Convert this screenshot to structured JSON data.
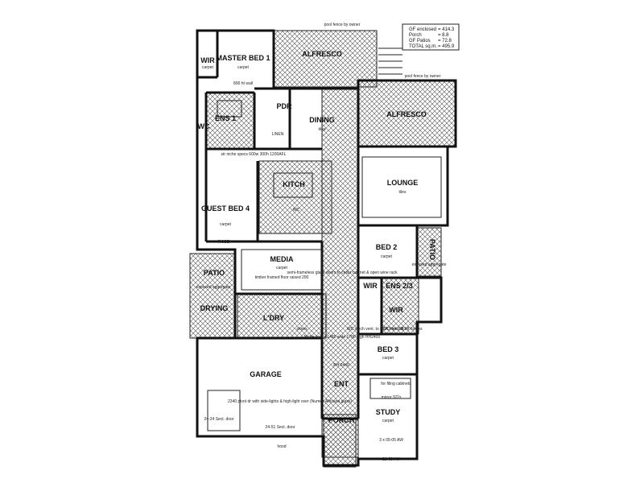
{
  "legend": {
    "rows": [
      {
        "label": "GF enclosed",
        "value": "= 414.3"
      },
      {
        "label": "Porch",
        "value": "= 8.8"
      },
      {
        "label": "GF Patios",
        "value": "= 72.8"
      },
      {
        "label": "TOTAL sq.m.",
        "value": "= 495.9"
      }
    ]
  },
  "rooms": {
    "wir_master": "WIR",
    "wir_master_sub": "carpet",
    "master_bed": "MASTER BED 1",
    "master_bed_sub": "carpet",
    "master_bed_note": "890 ht wall",
    "alfresco_1": "ALFRESCO",
    "alfresco_2": "ALFRESCO",
    "ens1": "ENS 1",
    "wc1": "WC",
    "pdr": "PDR",
    "linen": "LINEN",
    "dining": "DINING",
    "dining_sub": "tiles",
    "kitch": "KITCH",
    "wc_kitch": "WC",
    "lounge": "LOUNGE",
    "lounge_sub": "tiles",
    "guest_bed": "GUEST BED 4",
    "guest_bed_sub": "carpet",
    "robe": "ROBE",
    "bed2": "BED 2",
    "bed2_sub": "carpet",
    "media": "MEDIA",
    "media_sub": "carpet",
    "patio_left": "PATIO",
    "patio_right": "PATIO",
    "drying": "DRYING",
    "wir_bed2": "WIR",
    "ens23": "ENS 2/3",
    "wir_bed3": "WIR",
    "ldry": "L'DRY",
    "shoes": "shoes",
    "bed3": "BED 3",
    "bed3_sub": "carpet",
    "garage": "GARAGE",
    "ent": "ENT",
    "study": "STUDY",
    "study_sub": "carpet",
    "porch": "PORCH"
  },
  "notes": {
    "pool_fence_top": "pool fence by owner",
    "pool_fence_right": "pool fence by owner",
    "niche_top": "str niche specs 600w 300h 1200AFL",
    "media_glass": "semi-frameless glass doors to cellar cabinet & open wine rack",
    "media_floor": "timber framed floor raised 200",
    "niche_entry": "Niche specs 1480 wide 1780 high HH2400",
    "wc_mech": "WC mech vent. to BCA Part 3.8.5",
    "wc_door": "WC door lift off hinges",
    "filing": "for filing cabinets",
    "mirror": "mirror SD's",
    "pivot_door": "2340 pivot dr with side-lights & high-light over (Numeo Africana glass)",
    "garage_door_1": "24-24 Sect. door",
    "garage_door_2": "24-51 Sect. door",
    "hood": "hood",
    "exposed_left": "exposed aggregate",
    "exposed_right": "exposed aggregate",
    "bh2440": "BH 2440",
    "window_bottom": "3 x 05-05 AW",
    "aw_bottom": "21-09 AW"
  }
}
